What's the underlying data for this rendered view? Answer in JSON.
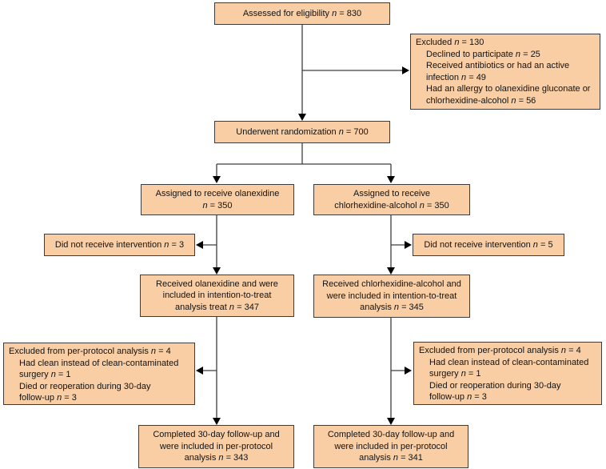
{
  "diagram": {
    "kind": "trial-flowchart",
    "colors": {
      "box_fill": "#F9CEA5",
      "box_border": "#3C3C3C",
      "line": "#3F3F3F",
      "arrowhead": "#000000"
    },
    "boxes": {
      "assessed": {
        "lines": [
          "Assessed for eligibility n = 830"
        ]
      },
      "excluded": {
        "lines": [
          "Excluded n = 130",
          "Declined to participate n = 25",
          "Received antibiotics or had an active",
          "infection n = 49",
          "Had an allergy to olanexidine gluconate or",
          "chlorhexidine-alcohol n = 56"
        ]
      },
      "randomized": {
        "lines": [
          "Underwent randomization n = 700"
        ]
      },
      "assigned_olanexidine": {
        "lines": [
          "Assigned to receive olanexidine",
          "n = 350"
        ]
      },
      "assigned_chlorhexidine": {
        "lines": [
          "Assigned to receive",
          "chlorhexidine-alcohol n = 350"
        ]
      },
      "not_received_olanexidine": {
        "lines": [
          "Did not receive intervention n = 3"
        ]
      },
      "not_received_chlorhexidine": {
        "lines": [
          "Did not receive intervention n = 5"
        ]
      },
      "itt_olanexidine": {
        "lines": [
          "Received olanexidine and were",
          "included in intention-to-treat",
          "analysis treat n = 347"
        ]
      },
      "itt_chlorhexidine": {
        "lines": [
          "Received chlorhexidine-alcohol and",
          "were included in intention-to-treat",
          "analysis n = 345"
        ]
      },
      "pp_excluded_olanexidine": {
        "lines": [
          "Excluded from per-protocol analysis n = 4",
          "Had clean instead of clean-contaminated",
          "surgery n = 1",
          "Died or reoperation during 30-day",
          "follow-up n = 3"
        ]
      },
      "pp_excluded_chlorhexidine": {
        "lines": [
          "Excluded from per-protocol analysis n = 4",
          "Had clean instead of clean-contaminated",
          "surgery n = 1",
          "Died or reoperation during 30-day",
          "follow-up n = 3"
        ]
      },
      "completed_olanexidine": {
        "lines": [
          "Completed 30-day follow-up and",
          "were included in per-protocol",
          "analysis n = 343"
        ]
      },
      "completed_chlorhexidine": {
        "lines": [
          "Completed 30-day follow-up and",
          "were included in per-protocol",
          "analysis n = 341"
        ]
      }
    }
  }
}
